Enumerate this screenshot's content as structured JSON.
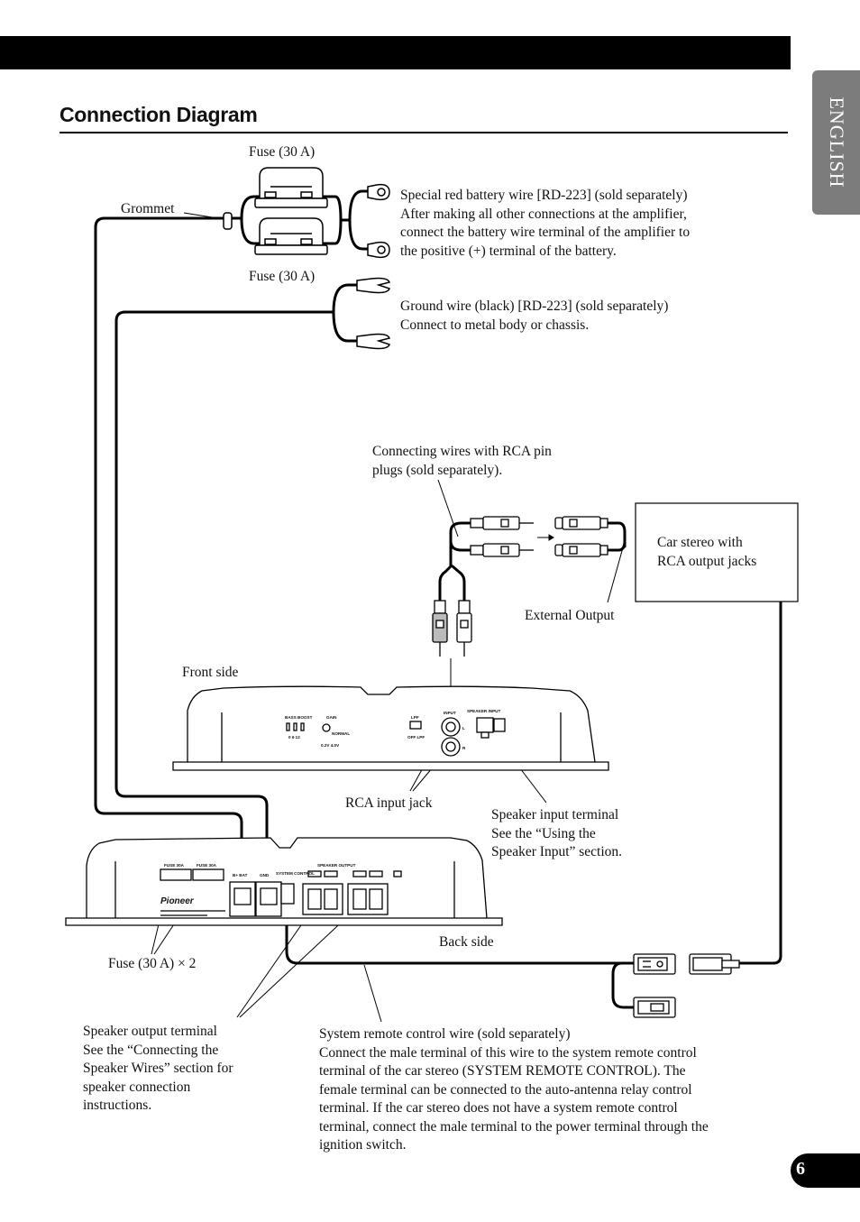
{
  "header": {
    "language_tab": "ENGLISH",
    "title": "Connection Diagram"
  },
  "labels": {
    "fuse_top": "Fuse (30 A)",
    "fuse_bottom": "Fuse (30 A)",
    "grommet": "Grommet",
    "battery_wire": "Special red battery wire [RD-223] (sold separately)\nAfter making all other connections at the amplifier,\nconnect the battery wire terminal of the amplifier to\nthe positive (+) terminal of the battery.",
    "ground_wire": "Ground wire (black) [RD-223] (sold separately)\nConnect to metal body or chassis.",
    "rca_wires": "Connecting wires with RCA pin\nplugs (sold separately).",
    "car_stereo": "Car stereo with\nRCA output jacks",
    "external_output": "External Output",
    "front_side": "Front side",
    "rca_input_jack": "RCA input jack",
    "speaker_input": "Speaker input terminal\nSee the “Using the\nSpeaker Input” section.",
    "back_side": "Back side",
    "fuse_x2": "Fuse (30 A) × 2",
    "speaker_output": "Speaker output terminal\nSee the “Connecting the\nSpeaker Wires” section for\nspeaker connection\ninstructions.",
    "remote_wire": "System remote control wire (sold separately)\nConnect the male terminal of this wire to the system remote control\nterminal of the car stereo (SYSTEM REMOTE CONTROL). The\nfemale terminal can be connected to the auto-antenna relay control\nterminal. If the car stereo does not have a system remote control\nterminal, connect the male terminal to the power terminal through the\nignition switch."
  },
  "panel": {
    "bass_boost": "BASS BOOST",
    "bass_values": "0   6   12",
    "gain": "GAIN",
    "gain_normal": "NORMAL",
    "gain_values": "0.2V   4.0V",
    "lpf": "LPF",
    "lpf_values": "OFF   LPF",
    "input": "INPUT",
    "input_l": "L",
    "input_r": "R",
    "speaker_input": "SPEAKER INPUT",
    "fuse_30a": "FUSE 30A",
    "bat": "B+ BAT",
    "gnd": "GND",
    "system_control": "SYSTEM CONTROL",
    "speaker_output": "SPEAKER OUTPUT",
    "brand": "Pioneer"
  },
  "footer": {
    "page_number": "6"
  }
}
